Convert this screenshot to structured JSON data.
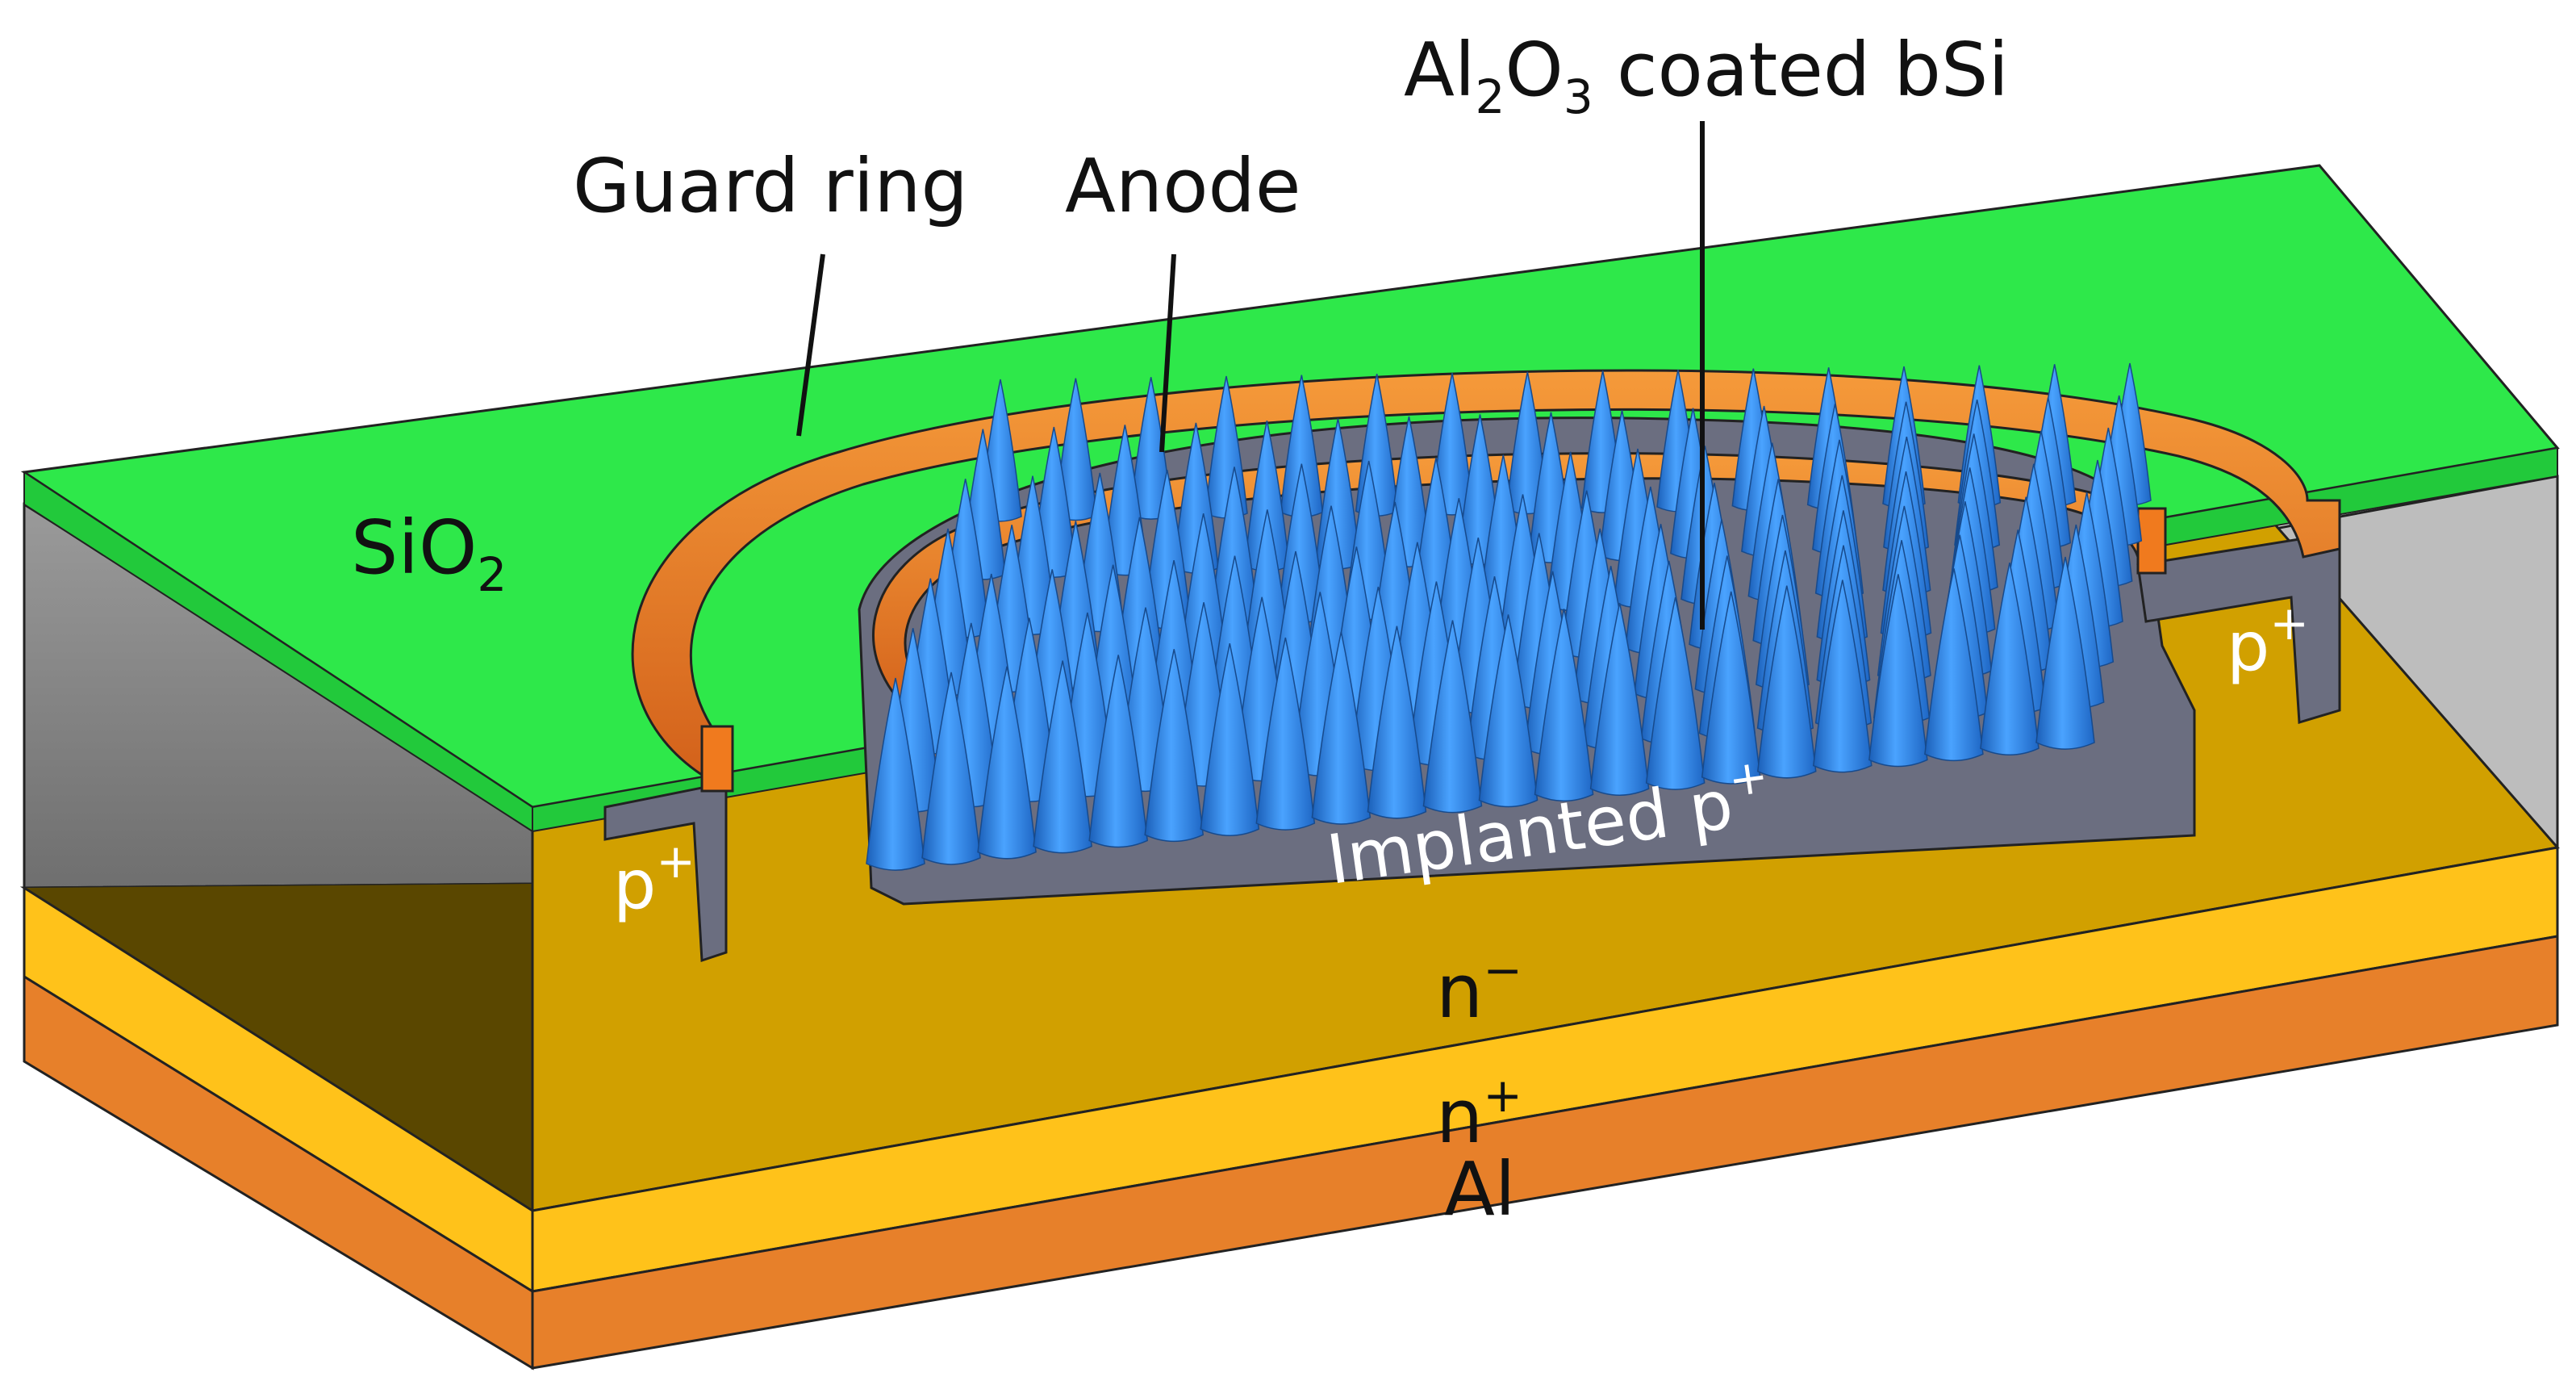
{
  "labels": {
    "top_label": {
      "pre": "Al",
      "sub1": "2",
      "mid": "O",
      "sub2": "3",
      "post": " coated bSi"
    },
    "guard_ring": "Guard ring",
    "anode": "Anode",
    "oxide": {
      "base": "SiO",
      "sub": "2"
    },
    "p_plus_left": {
      "base": "p",
      "sup": "+"
    },
    "p_plus_right": {
      "base": "p",
      "sup": "+"
    },
    "implanted": {
      "base": "Implanted p",
      "sup": "+"
    },
    "n_minus": {
      "base": "n",
      "sup": "−"
    },
    "n_plus": {
      "base": "n",
      "sup": "+"
    },
    "al": "Al"
  },
  "colors": {
    "oxide_green": "#2EE84A",
    "n_minus_gold": "#D1A000",
    "n_plus_yellow": "#FFC21A",
    "al_orange": "#E7802A",
    "guard_ring_orange": "#F07A1E",
    "p_plus_gray": "#6B6E80",
    "spike_blue": "#2F82E0",
    "side_gray": "#BDBDBD"
  },
  "spikes": {
    "rows": 7,
    "cols": 22
  }
}
